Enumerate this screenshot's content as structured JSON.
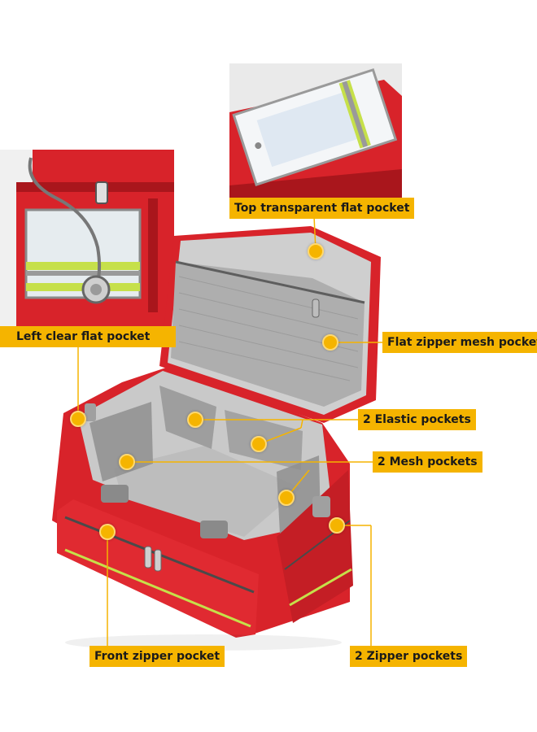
{
  "colors": {
    "bag_red": "#d8232a",
    "bag_dark_red": "#a9161c",
    "lining_gray": "#c9c9c9",
    "mesh_gray": "#9c9c9c",
    "label_yellow": "#f5b400",
    "reflective_strip": "#c6e04a"
  },
  "callouts": {
    "top_transparent_flat_pocket": "Top transparent flat pocket",
    "left_clear_flat_pocket": "Left clear flat pocket",
    "flat_zipper_mesh_pocket": "Flat zipper mesh pocket",
    "elastic_pockets": "2 Elastic pockets",
    "mesh_pockets": "2 Mesh pockets",
    "front_zipper_pocket": "Front zipper pocket",
    "zipper_pockets": "2 Zipper pockets"
  },
  "icons": [
    "stethoscope-icon",
    "zipper-pull-icon",
    "callout-dot-icon"
  ]
}
